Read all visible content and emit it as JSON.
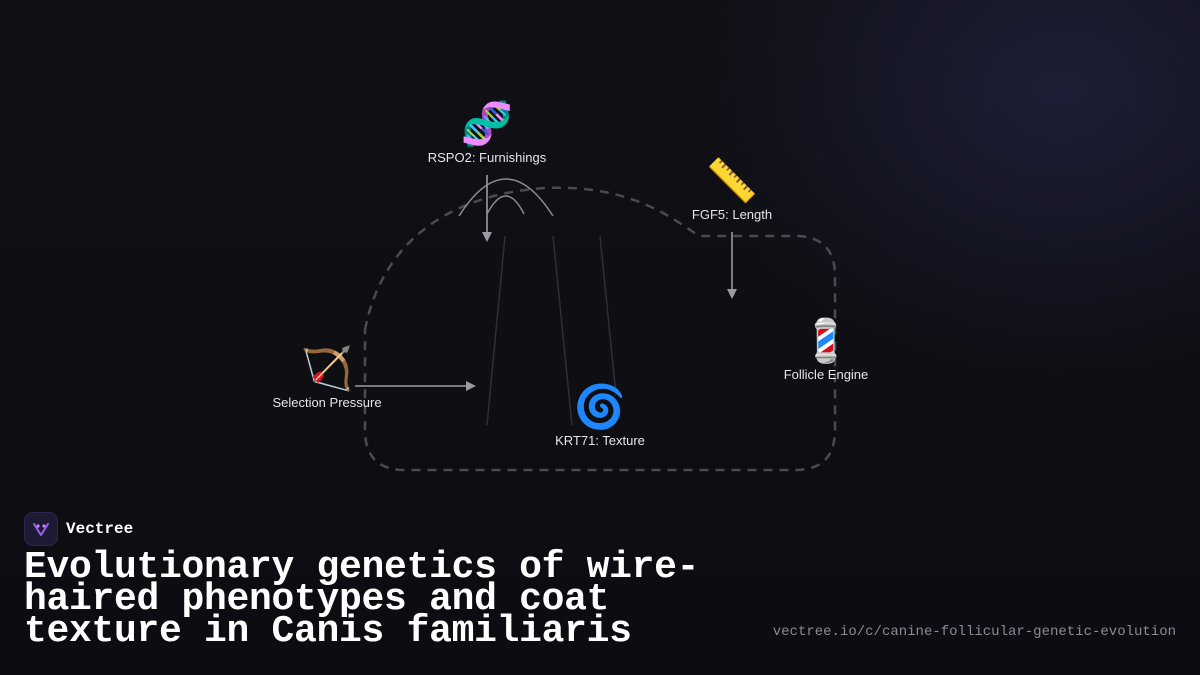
{
  "diagram": {
    "nodes": [
      {
        "id": "rspo2",
        "label": "RSPO2: Furnishings",
        "icon": "dna-icon",
        "glyph": "🧬"
      },
      {
        "id": "fgf5",
        "label": "FGF5: Length",
        "icon": "ruler-icon",
        "glyph": "📏"
      },
      {
        "id": "follicle",
        "label": "Follicle Engine",
        "icon": "barber-pole-icon",
        "glyph": "💈"
      },
      {
        "id": "selection",
        "label": "Selection Pressure",
        "icon": "bow-and-arrow-icon",
        "glyph": "🏹"
      },
      {
        "id": "krt71",
        "label": "KRT71: Texture",
        "icon": "cyclone-icon",
        "glyph": "🌀"
      }
    ]
  },
  "brand": {
    "name": "Vectree",
    "logo_icon": "vectree-logo-icon"
  },
  "title": "Evolutionary genetics of wire-haired phenotypes and coat texture in Canis familiaris",
  "url": "vectree.io/c/canine-follicular-genetic-evolution",
  "colors": {
    "background": "#0d0d12",
    "text": "#ffffff",
    "muted": "#8a8a94",
    "arrow": "#9a9aa2",
    "dashed_outline": "#4a4a52",
    "logo_bg": "#1e1a36",
    "logo_accent": "#9b5de5"
  }
}
